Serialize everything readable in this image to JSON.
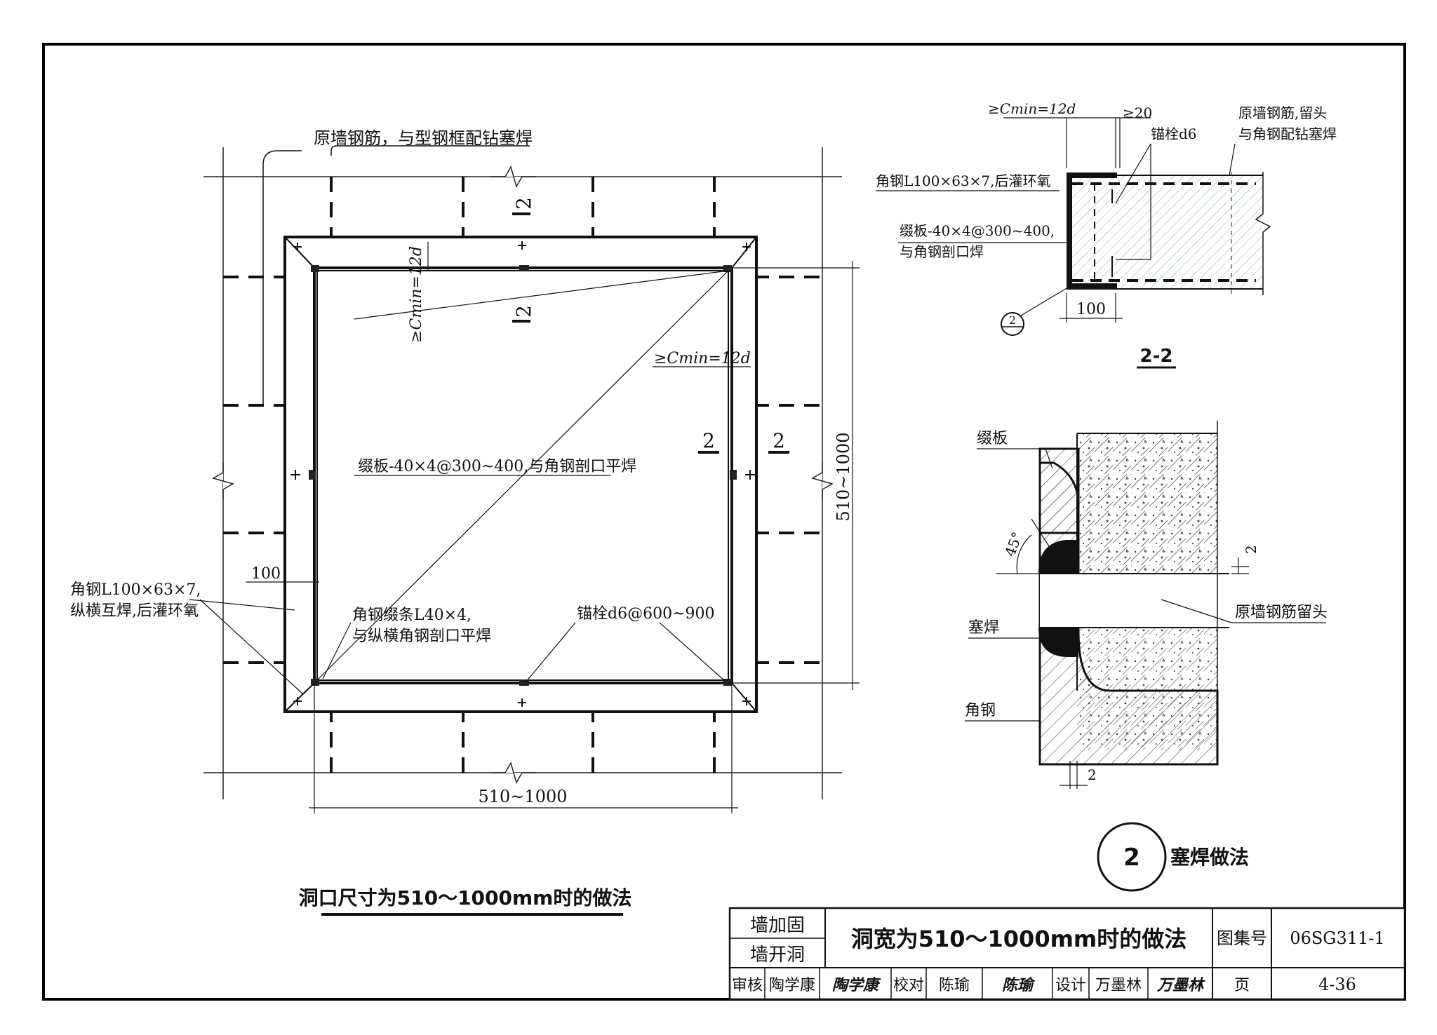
{
  "main_drawing": {
    "label_top_rebar": "原墙钢筋，与型钢框配钻塞焊",
    "label_batten_plate": "缀板-40×4@300~400,与角钢剖口平焊",
    "label_cmin_vertical": "≥Cmin=12d",
    "label_cmin_right": "≥Cmin=12d",
    "label_angle_steel_line1": "角钢L100×63×7,",
    "label_angle_steel_line2": "纵横互焊,后灌环氧",
    "label_100": "100",
    "label_batten_angle_line1": "角钢缀条L40×4,",
    "label_batten_angle_line2": "与纵横角钢剖口平焊",
    "label_anchor": "锚栓d6@600~900",
    "dim_width": "510~1000",
    "dim_height": "510~1000",
    "section_mark": "2",
    "caption": "洞口尺寸为510～1000mm时的做法"
  },
  "section_22": {
    "label_cmin": "≥Cmin=12d",
    "label_ge20": "≥20",
    "label_anchor": "锚栓d6",
    "label_rebar_line1": "原墙钢筋,留头",
    "label_rebar_line2": "与角钢配钻塞焊",
    "label_angle": "角钢L100×63×7,后灌环氧",
    "label_batten_line1": "缀板-40×4@300~400,",
    "label_batten_line2": "与角钢剖口焊",
    "label_100": "100",
    "detail_ref": "2",
    "title": "2-2"
  },
  "detail_2": {
    "label_batten": "缀板",
    "label_angle45": "45°",
    "label_plug_weld": "塞焊",
    "label_angle": "角钢",
    "label_rebar_stub": "原墙钢筋留头",
    "dim_2a": "2",
    "dim_2b": "2",
    "circle_number": "2",
    "title": "塞焊做法"
  },
  "title_block": {
    "category_line1": "墙加固",
    "category_line2": "墙开洞",
    "title": "洞宽为510～1000mm时的做法",
    "atlas_label": "图集号",
    "atlas_number": "06SG311-1",
    "review_label": "审核",
    "reviewer": "陶学康",
    "reviewer_sign": "陶学康",
    "check_label": "校对",
    "checker": "陈瑜",
    "checker_sign": "陈瑜",
    "design_label": "设计",
    "designer": "万墨林",
    "designer_sign": "万墨林",
    "page_label": "页",
    "page_number": "4-36"
  }
}
